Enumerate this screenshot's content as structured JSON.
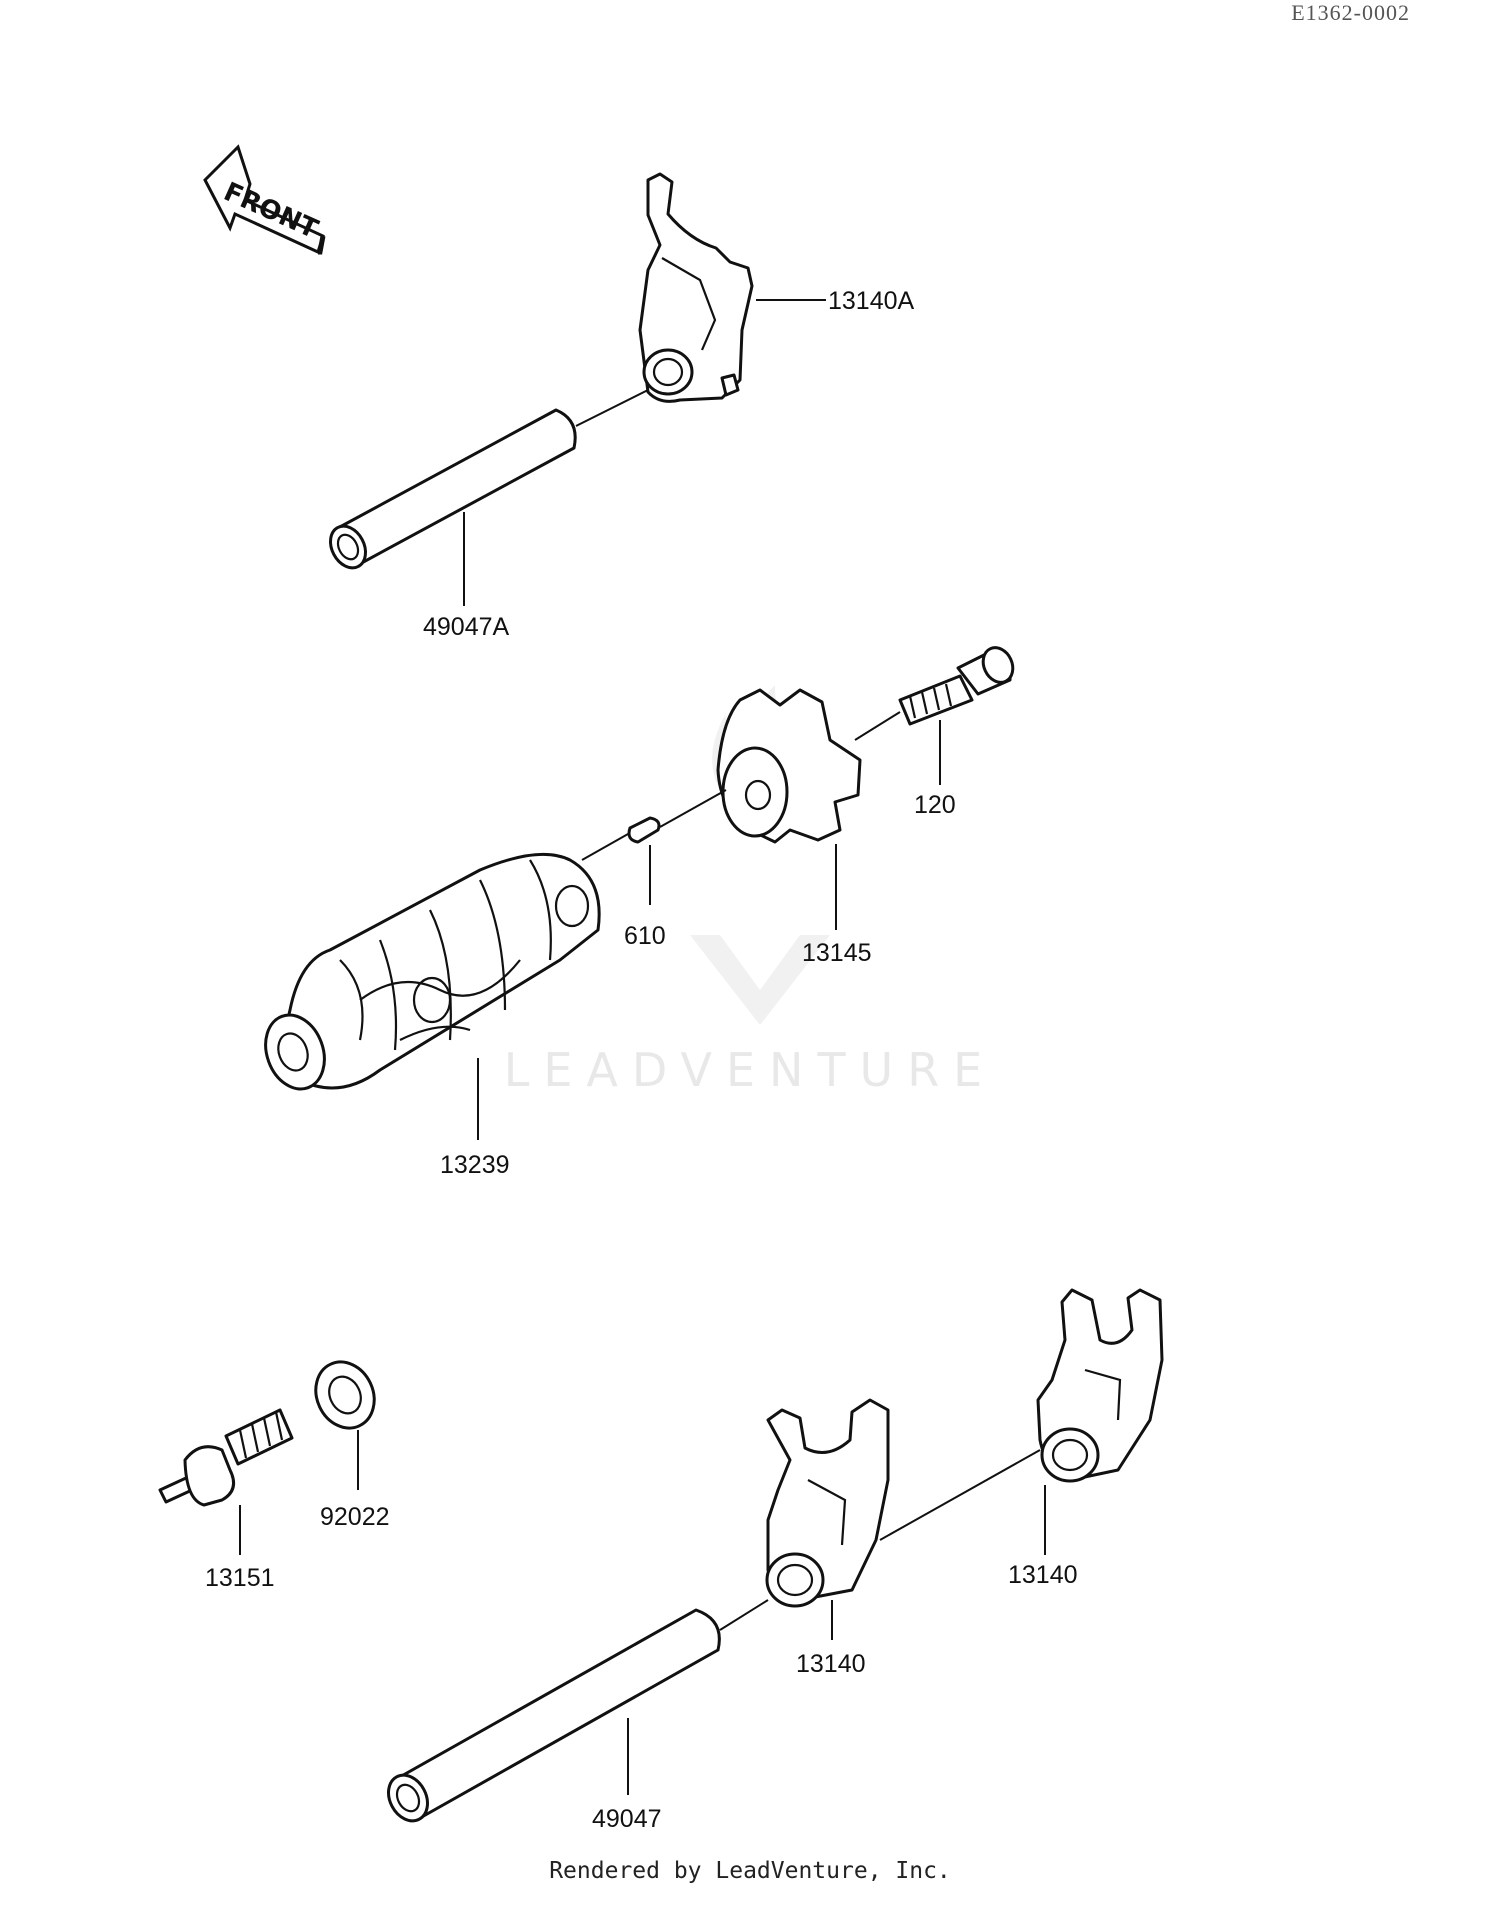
{
  "doc_ref": "E1362-0002",
  "front_label": "FRONT",
  "watermark": "LEADVENTURE",
  "footer": "Rendered by LeadVenture, Inc.",
  "parts": {
    "fork_a": "13140A",
    "shaft_a": "49047A",
    "bolt": "120",
    "pin": "610",
    "pin_plate": "13145",
    "drum": "13239",
    "neutral_switch": "13151",
    "washer": "92022",
    "fork_lower": "13140",
    "fork_rear": "13140",
    "shaft": "49047"
  }
}
